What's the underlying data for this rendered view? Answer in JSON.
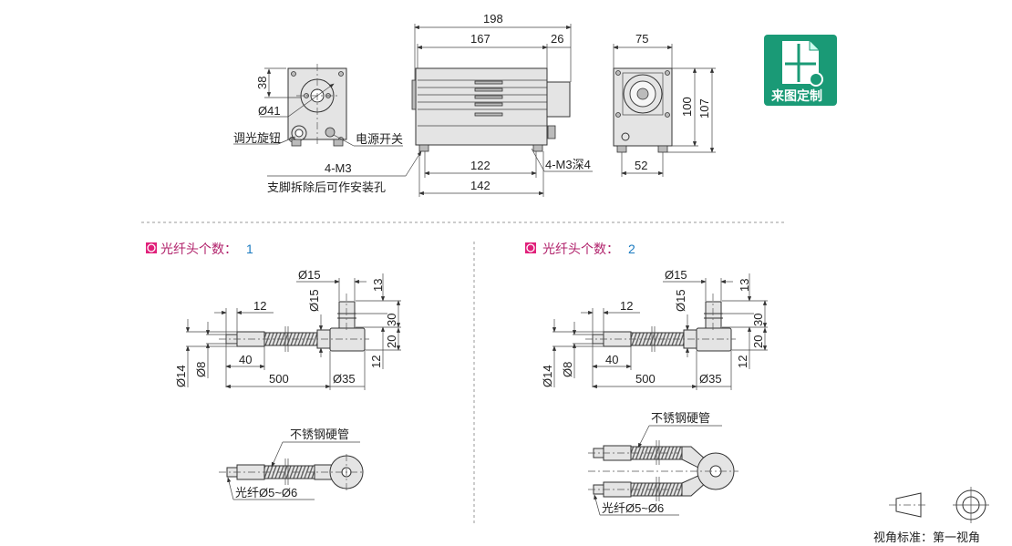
{
  "main_unit": {
    "front_view": {
      "dim_height": "38",
      "dim_diameter": "Ø41",
      "label_knob": "调光旋钮",
      "label_switch": "电源开关",
      "label_mount_1": "4-M3",
      "label_mount_2": "支脚拆除后可作安装孔"
    },
    "side_view": {
      "dim_total": "198",
      "dim_body": "167",
      "dim_cap": "26",
      "dim_feet_inner": "122",
      "dim_feet_outer": "142",
      "label_thread": "4-M3深4"
    },
    "rear_view": {
      "dim_width": "75",
      "dim_height_inner": "100",
      "dim_height": "107",
      "dim_feet": "52"
    }
  },
  "logo": {
    "label": "来图定制",
    "color": "#1a9a76"
  },
  "fiber_1": {
    "header_label": "光纤头个数：",
    "header_count": "1",
    "dims": {
      "d15_top": "Ø15",
      "d15_side": "Ø15",
      "h13": "13",
      "h30": "30",
      "h20": "20",
      "h12": "12",
      "l12": "12",
      "l40": "40",
      "l500": "500",
      "d35": "Ø35",
      "d14": "Ø14",
      "d8": "Ø8"
    },
    "label_tube": "不锈钢硬管",
    "label_fiber": "光纤Ø5~Ø6"
  },
  "fiber_2": {
    "header_label": "光纤头个数：",
    "header_count": "2",
    "dims": {
      "d15_top": "Ø15",
      "d15_side": "Ø15",
      "h13": "13",
      "h30": "30",
      "h20": "20",
      "h12": "12",
      "l12": "12",
      "l40": "40",
      "l500": "500",
      "d35": "Ø35",
      "d14": "Ø14",
      "d8": "Ø8"
    },
    "label_tube": "不锈钢硬管",
    "label_fiber": "光纤Ø5~Ø6"
  },
  "projection": {
    "label": "视角标准：第一视角"
  },
  "colors": {
    "header_accent": "#e0207a",
    "count": "#1a7ac0"
  }
}
